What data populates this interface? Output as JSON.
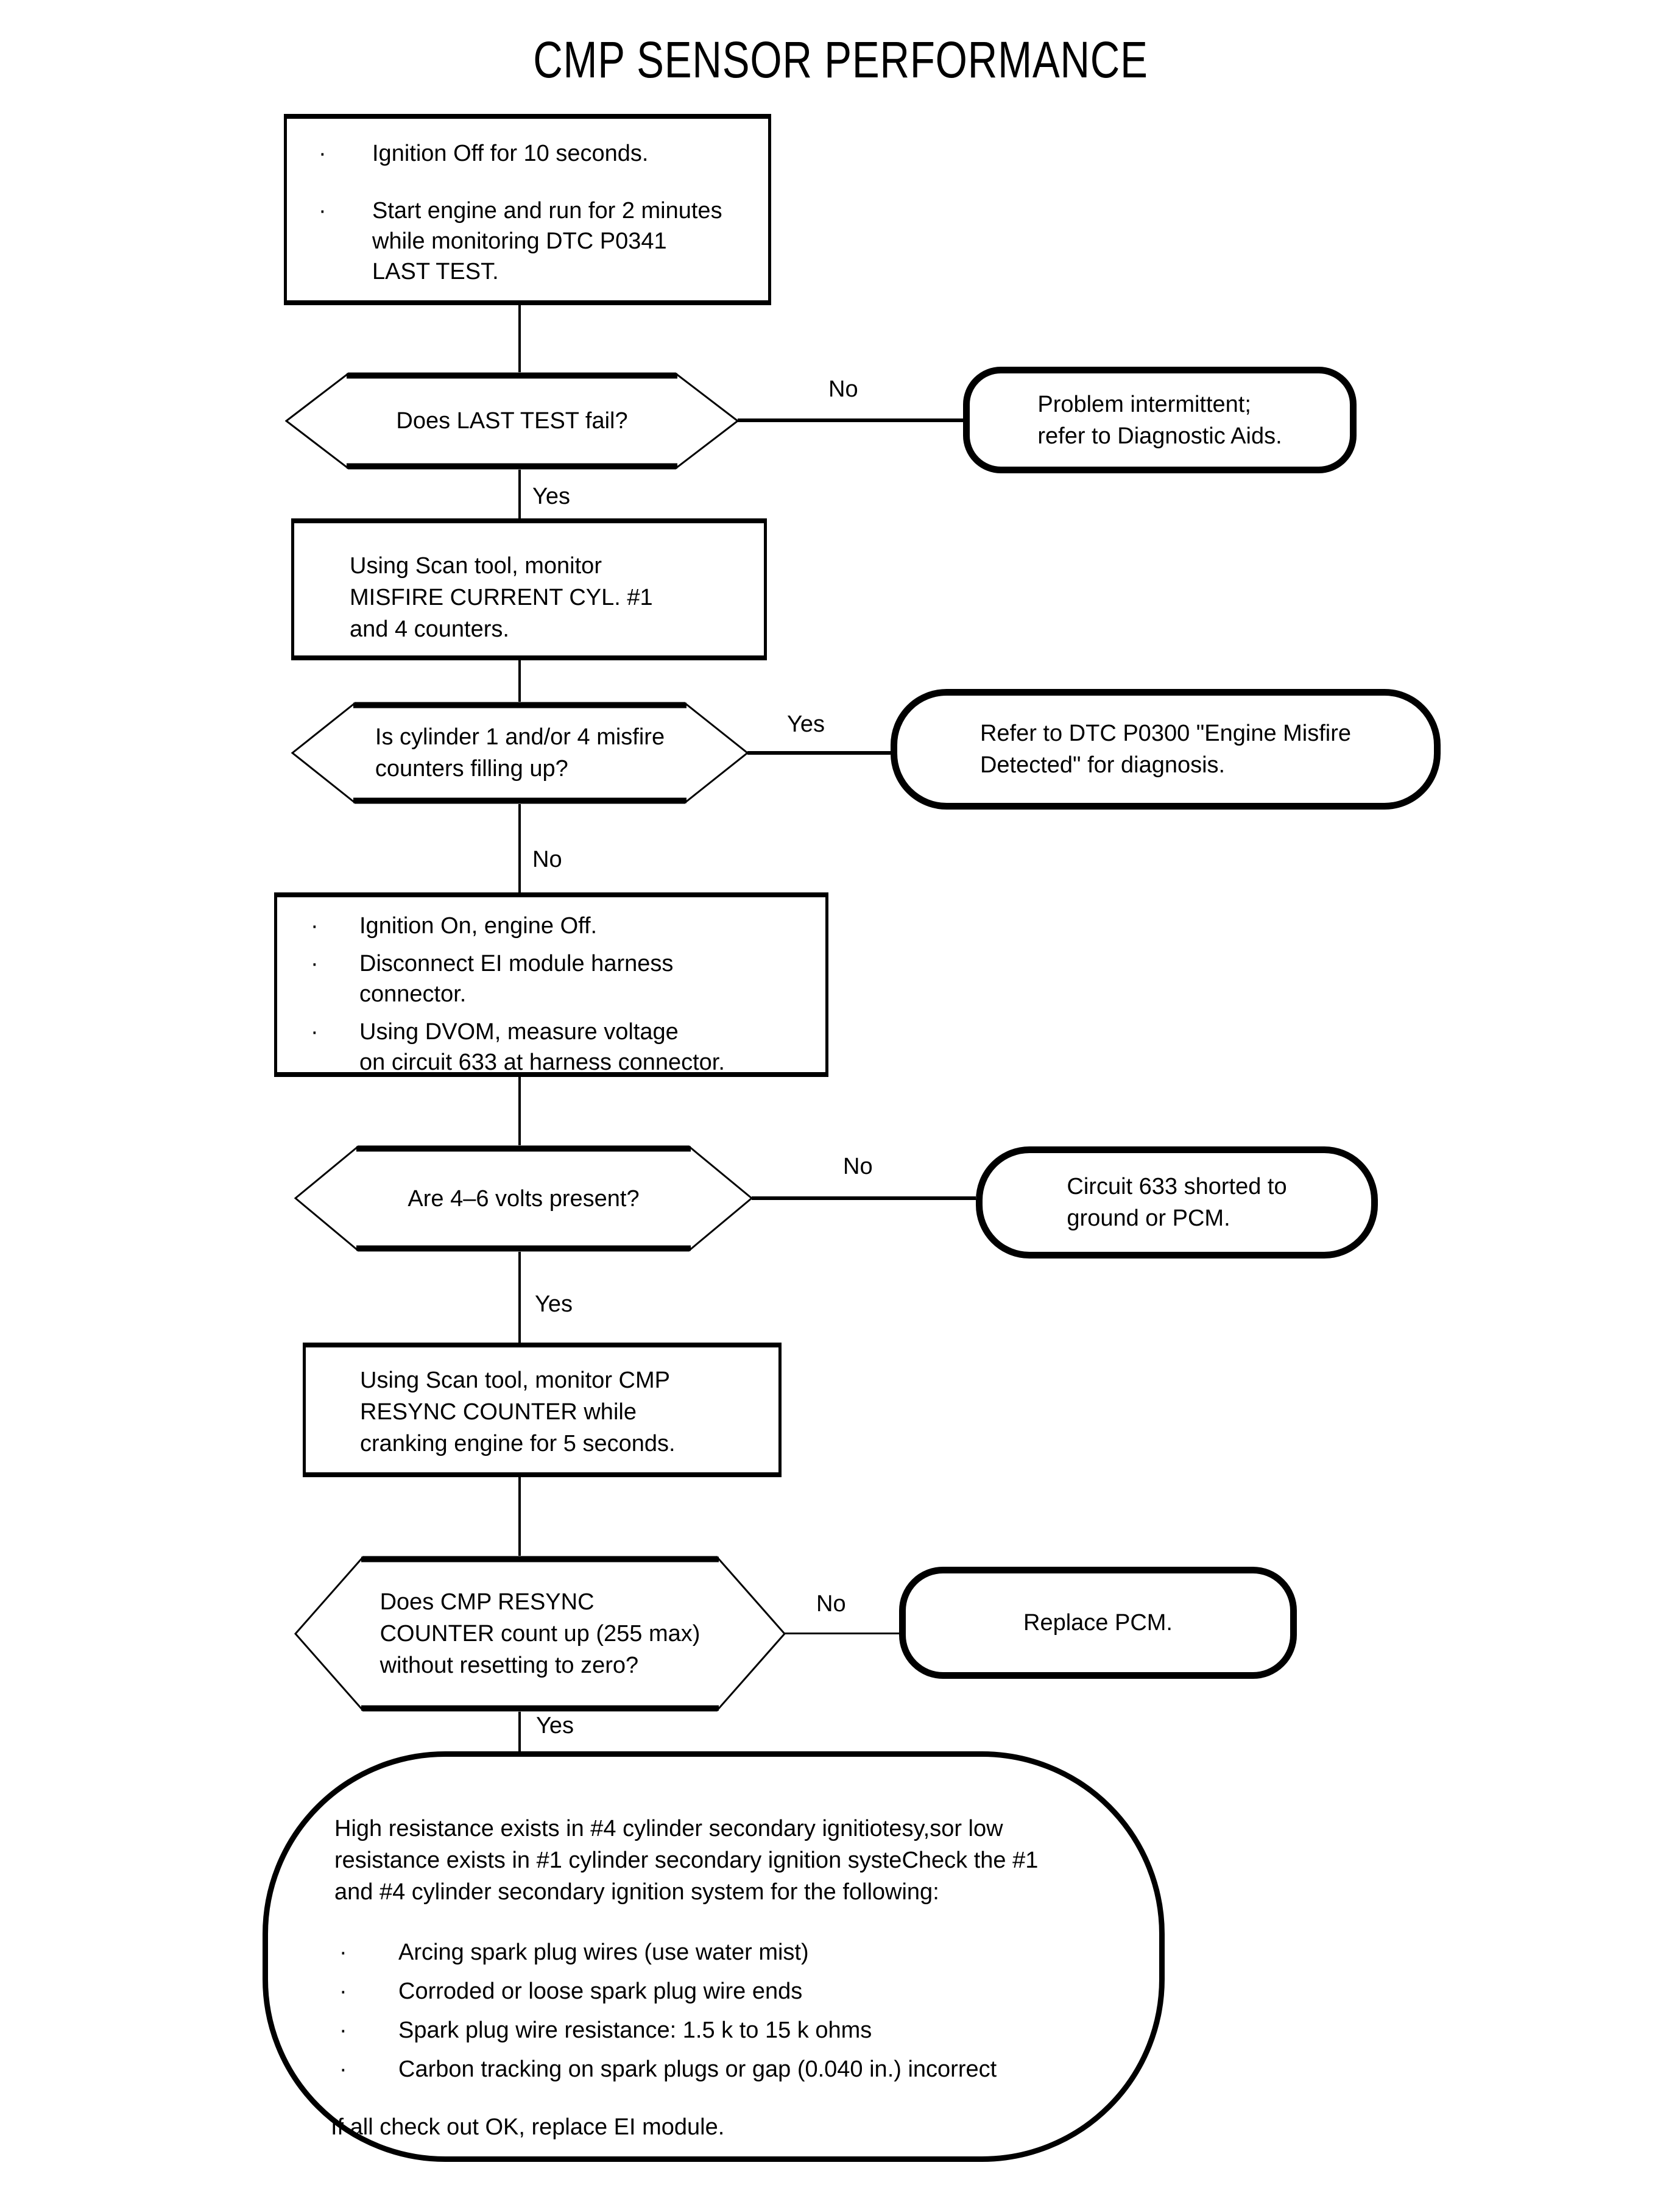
{
  "title": "CMP SENSOR PERFORMANCE",
  "bullet_marker": "·",
  "colors": {
    "ink": "#000000",
    "paper": "#ffffff"
  },
  "flow": {
    "step1": {
      "bullets": [
        {
          "lines": [
            "Ignition Off for 10 seconds."
          ]
        },
        {
          "lines": [
            "Start engine and run for 2 minutes",
            "while monitoring DTC P0341",
            "LAST TEST."
          ]
        }
      ]
    },
    "decision1": {
      "lines": [
        "Does LAST TEST fail?"
      ],
      "no_label": "No",
      "yes_label": "Yes"
    },
    "terminal1": {
      "lines": [
        "Problem intermittent;",
        "refer to Diagnostic Aids."
      ]
    },
    "step2": {
      "lines": [
        "Using Scan tool, monitor",
        "MISFIRE CURRENT CYL. #1",
        "and 4 counters."
      ]
    },
    "decision2": {
      "lines": [
        "Is cylinder 1 and/or 4 misfire",
        "counters filling up?"
      ],
      "yes_label": "Yes",
      "no_label": "No"
    },
    "terminal2": {
      "lines": [
        "Refer to DTC P0300 \"Engine Misfire",
        "Detected\" for diagnosis."
      ]
    },
    "step3": {
      "bullets": [
        {
          "lines": [
            "Ignition On, engine Off."
          ]
        },
        {
          "lines": [
            "Disconnect EI module harness",
            "connector."
          ]
        },
        {
          "lines": [
            "Using DVOM, measure voltage",
            "on circuit 633 at harness connector."
          ]
        }
      ]
    },
    "decision3": {
      "lines": [
        "Are 4–6 volts present?"
      ],
      "no_label": "No",
      "yes_label": "Yes"
    },
    "terminal3": {
      "lines": [
        "Circuit 633 shorted to",
        "ground or PCM."
      ]
    },
    "step4": {
      "lines": [
        "Using Scan tool, monitor CMP",
        "RESYNC COUNTER while",
        "cranking engine for 5 seconds."
      ]
    },
    "decision4": {
      "lines": [
        "Does CMP RESYNC",
        "COUNTER count up (255 max)",
        "without resetting to zero?"
      ],
      "no_label": "No",
      "yes_label": "Yes"
    },
    "terminal4": {
      "lines": [
        "Replace PCM."
      ]
    },
    "result": {
      "para_lines": [
        "High resistance exists in #4 cylinder secondary ignitiotesy,sor low",
        "resistance exists in #1 cylinder secondary ignition systeCheck the #1",
        "and #4 cylinder secondary ignition system for the following:"
      ],
      "bullets": [
        "Arcing spark plug wires (use water mist)",
        "Corroded or loose spark plug wire ends",
        "Spark plug wire resistance: 1.5 k to 15 k ohms",
        "Carbon tracking on spark plugs or gap (0.040 in.) incorrect"
      ],
      "footer": "If all check out OK, replace EI module."
    }
  }
}
